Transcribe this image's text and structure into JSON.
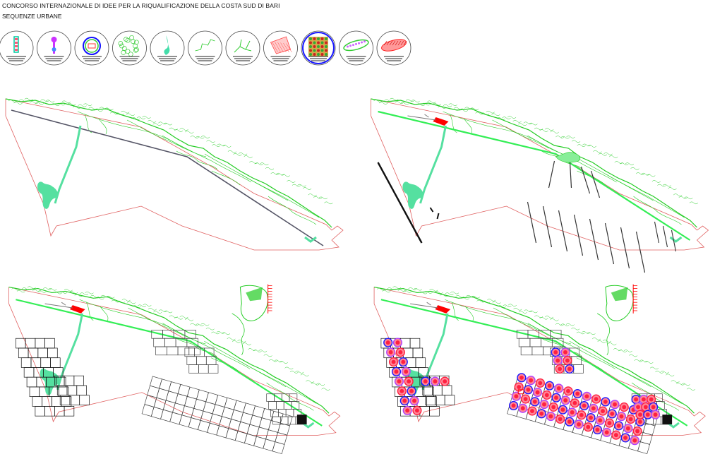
{
  "header": {
    "title": "CONCORSO INTERNAZIONALE DI IDEE PER LA RIQUALIFICAZIONE DELLA COSTA SUD DI BARI",
    "subtitle": "SEQUENZE URBANE"
  },
  "legend": {
    "items": [
      {
        "icon": "ribbon-strip-icon",
        "accent": "#00c8a0"
      },
      {
        "icon": "tower-lollipop-icon",
        "accent": "#cc33ff"
      },
      {
        "icon": "ring-plaza-icon",
        "accent": "#1010ff"
      },
      {
        "icon": "green-cloud-icon",
        "accent": "#33cc33"
      },
      {
        "icon": "lagoon-pond-icon",
        "accent": "#44ddaa"
      },
      {
        "icon": "meander-path-icon",
        "accent": "#33cc33"
      },
      {
        "icon": "branch-network-icon",
        "accent": "#33cc33"
      },
      {
        "icon": "hatched-plot-icon",
        "accent": "#ff4444"
      },
      {
        "icon": "cultural-grid-icon",
        "accent": "#cc3300"
      },
      {
        "icon": "sports-lens-icon",
        "accent": "#cc66ff"
      },
      {
        "icon": "red-hatched-lens-icon",
        "accent": "#ff2222"
      }
    ]
  },
  "colors": {
    "boundary": "#e06060",
    "coast": "#22cc22",
    "greenway": "#55e0a0",
    "road": "#555566",
    "accent_red": "#ff0000",
    "grid": "#111111",
    "hub_blue": "#1a1aff",
    "hub_red": "#ff2040",
    "hub_purple": "#b040ff"
  },
  "panels": [
    {
      "name": "phase-1",
      "step": 1
    },
    {
      "name": "phase-2",
      "step": 2
    },
    {
      "name": "phase-3",
      "step": 3
    },
    {
      "name": "phase-4",
      "step": 4
    }
  ]
}
